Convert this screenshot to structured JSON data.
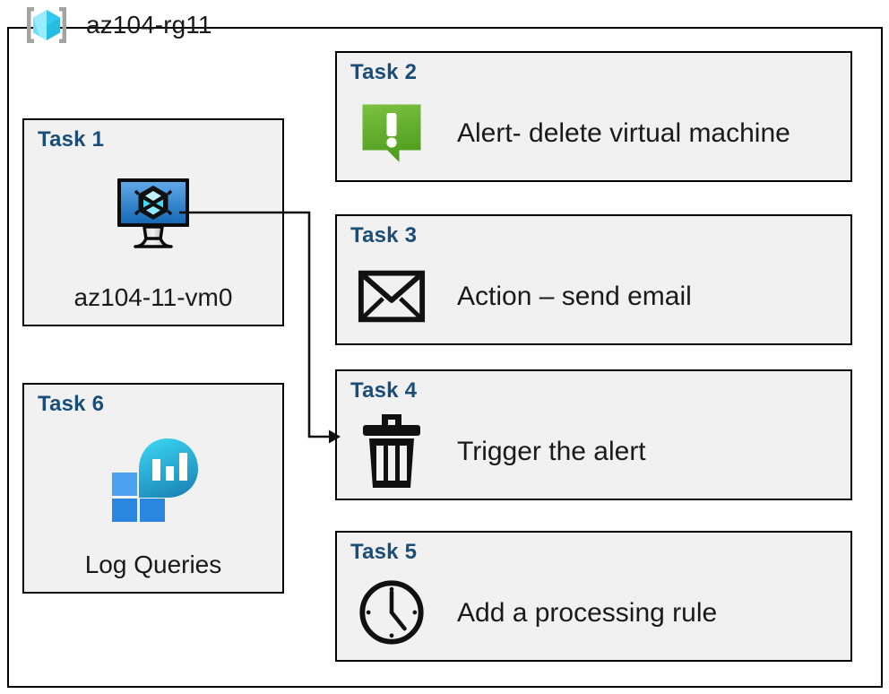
{
  "resource_group": {
    "icon": "azure-resource-group-icon",
    "name": "az104-rg11"
  },
  "cards": {
    "task1": {
      "title": "Task 1",
      "icon": "virtual-machine-icon",
      "label": "az104-11-vm0"
    },
    "task2": {
      "title": "Task 2",
      "icon": "alert-bubble-icon",
      "label": "Alert- delete virtual machine"
    },
    "task3": {
      "title": "Task 3",
      "icon": "envelope-icon",
      "label": "Action – send email"
    },
    "task4": {
      "title": "Task 4",
      "icon": "trash-can-icon",
      "label": "Trigger the alert"
    },
    "task5": {
      "title": "Task 5",
      "icon": "clock-icon",
      "label": "Add a processing rule"
    },
    "task6": {
      "title": "Task 6",
      "icon": "log-analytics-icon",
      "label": "Log Queries"
    }
  },
  "connector": {
    "name": "vm-to-task4-arrow",
    "from": "task1-vm-icon",
    "to": "task4-card"
  },
  "colors": {
    "card_background": "#f1f1f1",
    "card_border": "#000000",
    "title_blue": "#1a4e79",
    "alert_green": "#6cb22e",
    "vm_blue": "#2a7fd4",
    "log_cyan": "#32c8e8",
    "log_blue": "#2b8ce0",
    "rg_cube_cyan": "#50e6ff",
    "bracket_gray": "#a0a0a0"
  }
}
